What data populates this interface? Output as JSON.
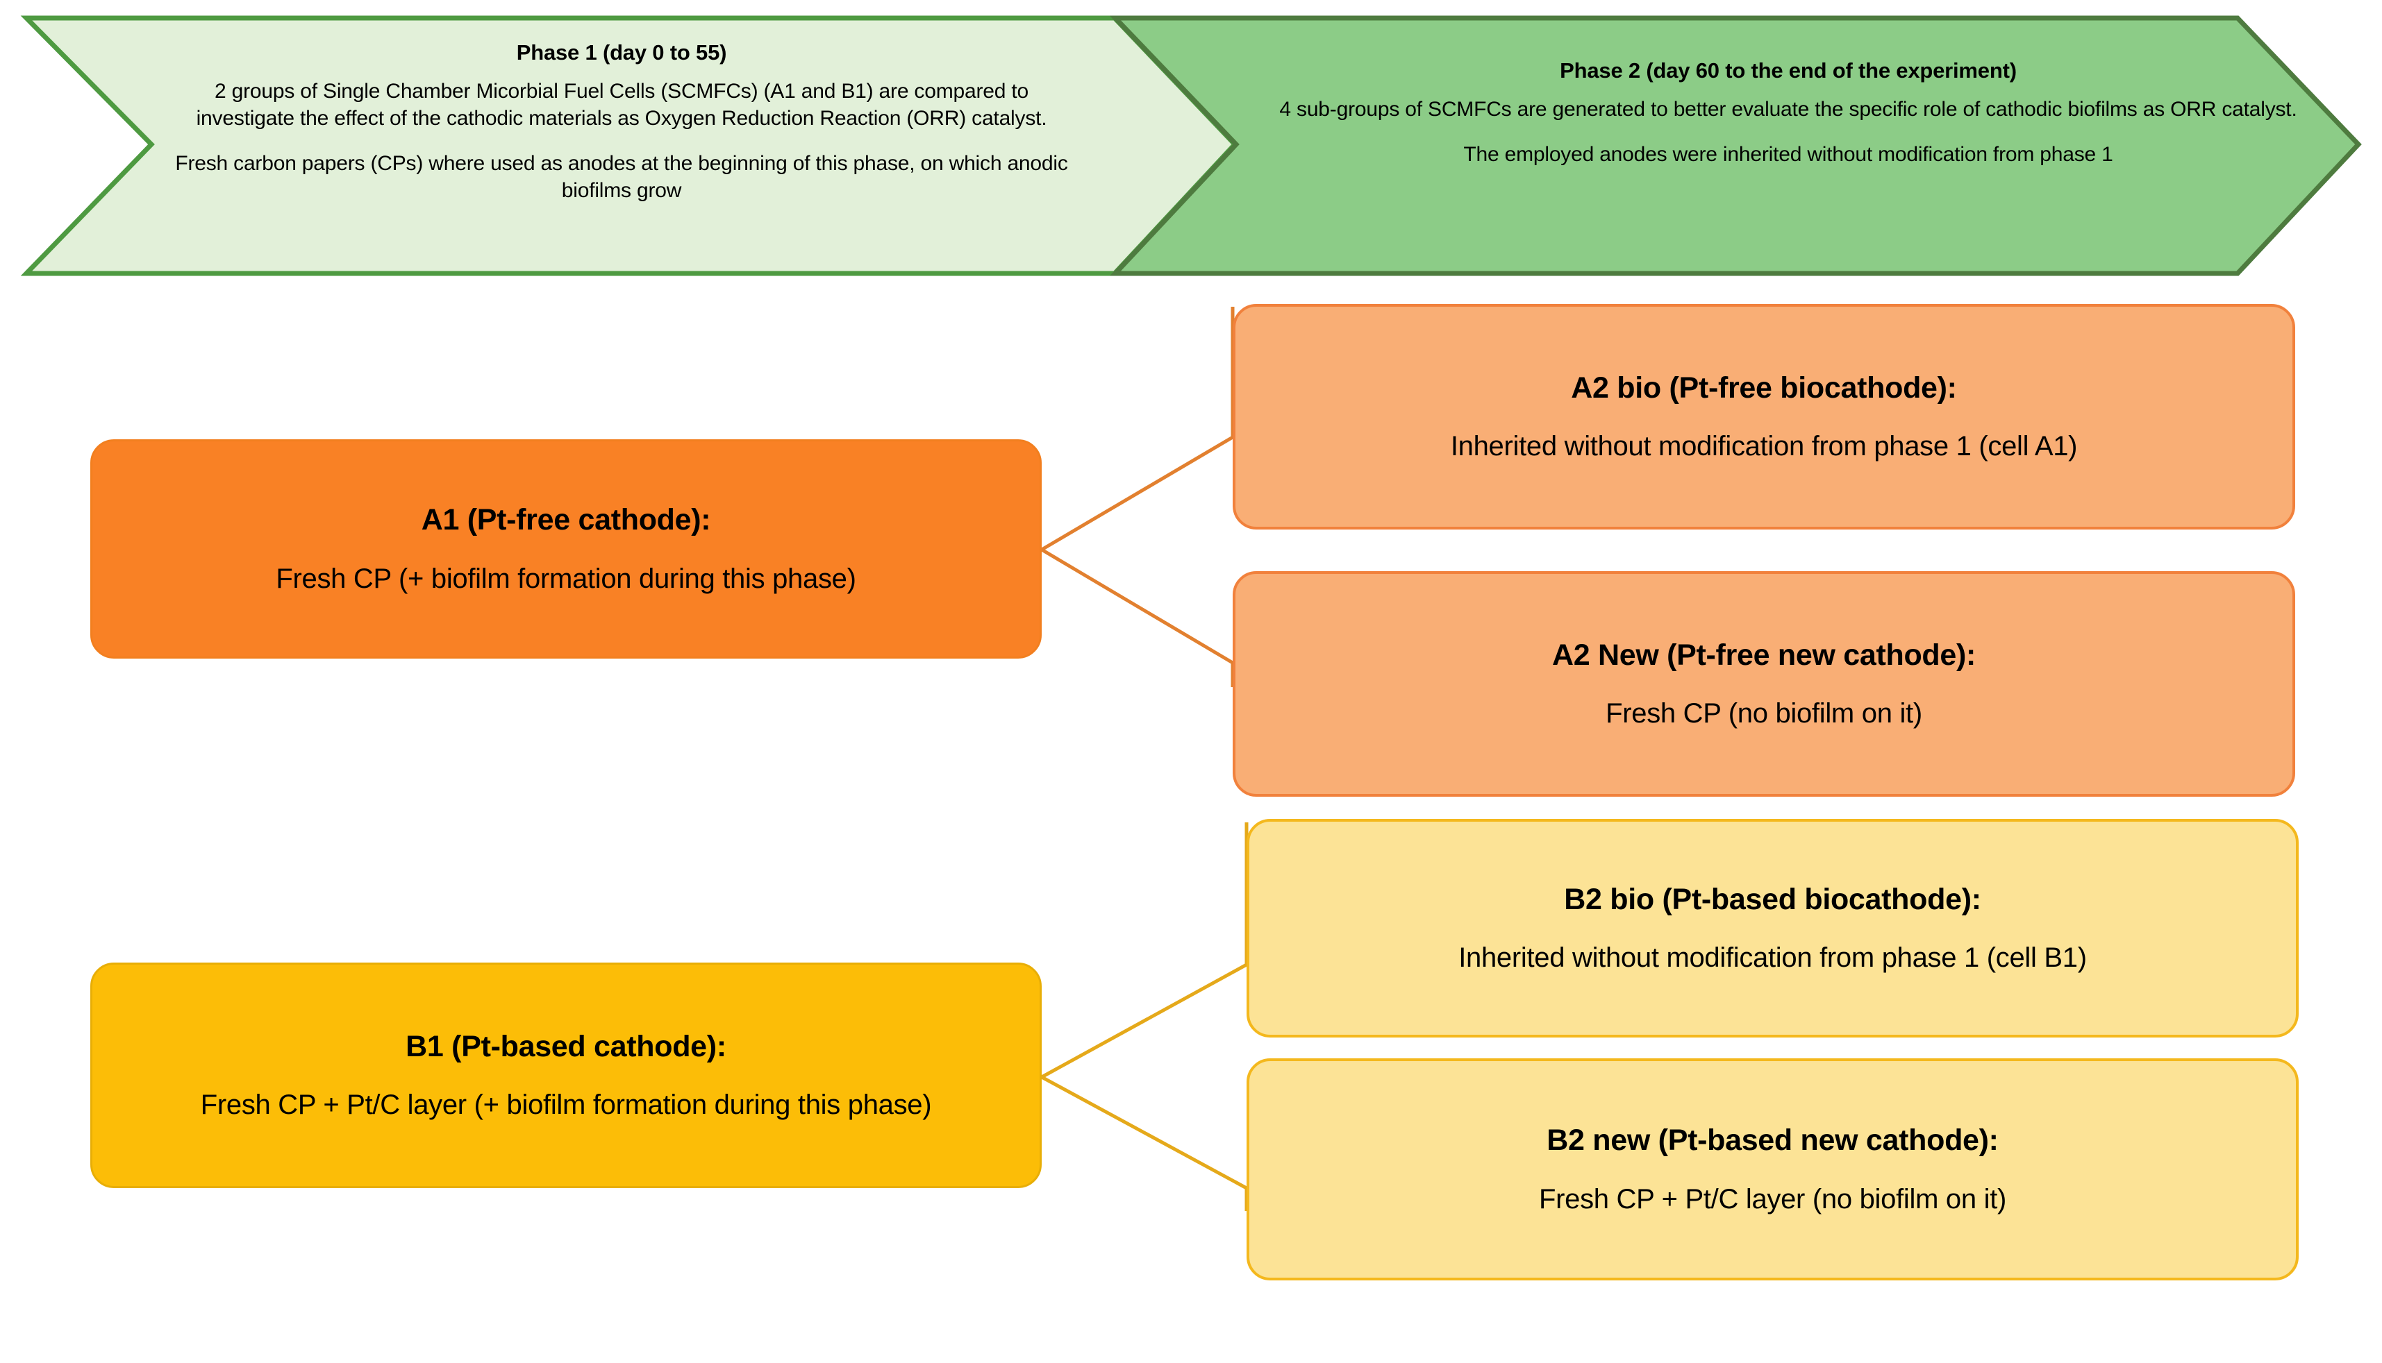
{
  "phases": [
    {
      "id": "phase-1",
      "title": "Phase 1 (day 0 to 55)",
      "paragraph1": "2 groups of Single Chamber Micorbial Fuel Cells (SCMFCs) (A1 and B1) are compared to investigate the effect of the cathodic materials  as Oxygen Reduction Reaction (ORR) catalyst.",
      "paragraph2": "Fresh carbon papers (CPs) where used as anodes at the beginning of this phase, on which anodic biofilms grow",
      "fill": "#E2F0D9",
      "stroke": "#4E9A41"
    },
    {
      "id": "phase-2",
      "title": "Phase 2 (day 60 to the end of the experiment)",
      "paragraph1": "4 sub-groups of SCMFCs are generated to better evaluate the specific role of cathodic biofilms as ORR catalyst.",
      "paragraph2": "The employed anodes were inherited without modification from phase 1",
      "fill": "#8CCC87",
      "stroke": "#4E7B3F"
    }
  ],
  "nodes": {
    "a1": {
      "title": "A1 (Pt-free cathode):",
      "desc": "Fresh CP (+ biofilm formation during this phase)",
      "fill": "#F98125",
      "stroke": "#F27F1F"
    },
    "b1": {
      "title": "B1 (Pt-based cathode):",
      "desc": "Fresh CP + Pt/C layer (+ biofilm formation during this phase)",
      "fill": "#FCBD07",
      "stroke": "#E8AE06"
    },
    "a2bio": {
      "title": "A2 bio (Pt-free biocathode):",
      "desc": "Inherited without modification from phase 1 (cell A1)",
      "fill": "#F9AE75",
      "stroke": "#F1813C"
    },
    "a2new": {
      "title": "A2 New (Pt-free new cathode):",
      "desc": "Fresh CP (no biofilm on it)",
      "fill": "#F9AE75",
      "stroke": "#F1813C"
    },
    "b2bio": {
      "title": "B2 bio (Pt-based biocathode):",
      "desc": "Inherited without modification from phase 1 (cell B1)",
      "fill": "#FCE396",
      "stroke": "#F4B81D"
    },
    "b2new": {
      "title": "B2 new (Pt-based new cathode):",
      "desc": "Fresh CP + Pt/C layer  (no biofilm on it)",
      "fill": "#FCE396",
      "stroke": "#F4B81D"
    }
  },
  "connectors": {
    "a_color": "#E2802F",
    "b_color": "#E5A91A"
  }
}
